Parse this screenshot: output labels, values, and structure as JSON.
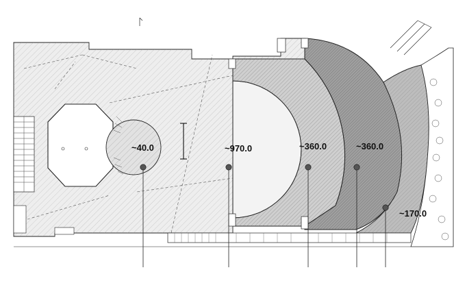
{
  "drawing": {
    "zones": [
      {
        "id": "zone-a",
        "label": "~40.0",
        "shade": "#e6e6e6"
      },
      {
        "id": "zone-b",
        "label": "~970.0",
        "shade": "#f0f0f0"
      },
      {
        "id": "zone-c",
        "label": "~360.0",
        "shade": "#c9c9c9"
      },
      {
        "id": "zone-d",
        "label": "~360.0",
        "shade": "#9d9d9d"
      },
      {
        "id": "zone-e",
        "label": "~170.0",
        "shade": "#bdbdbd"
      }
    ],
    "colors": {
      "line": "#222222",
      "hatch": "#888888",
      "paper": "#ffffff"
    }
  }
}
